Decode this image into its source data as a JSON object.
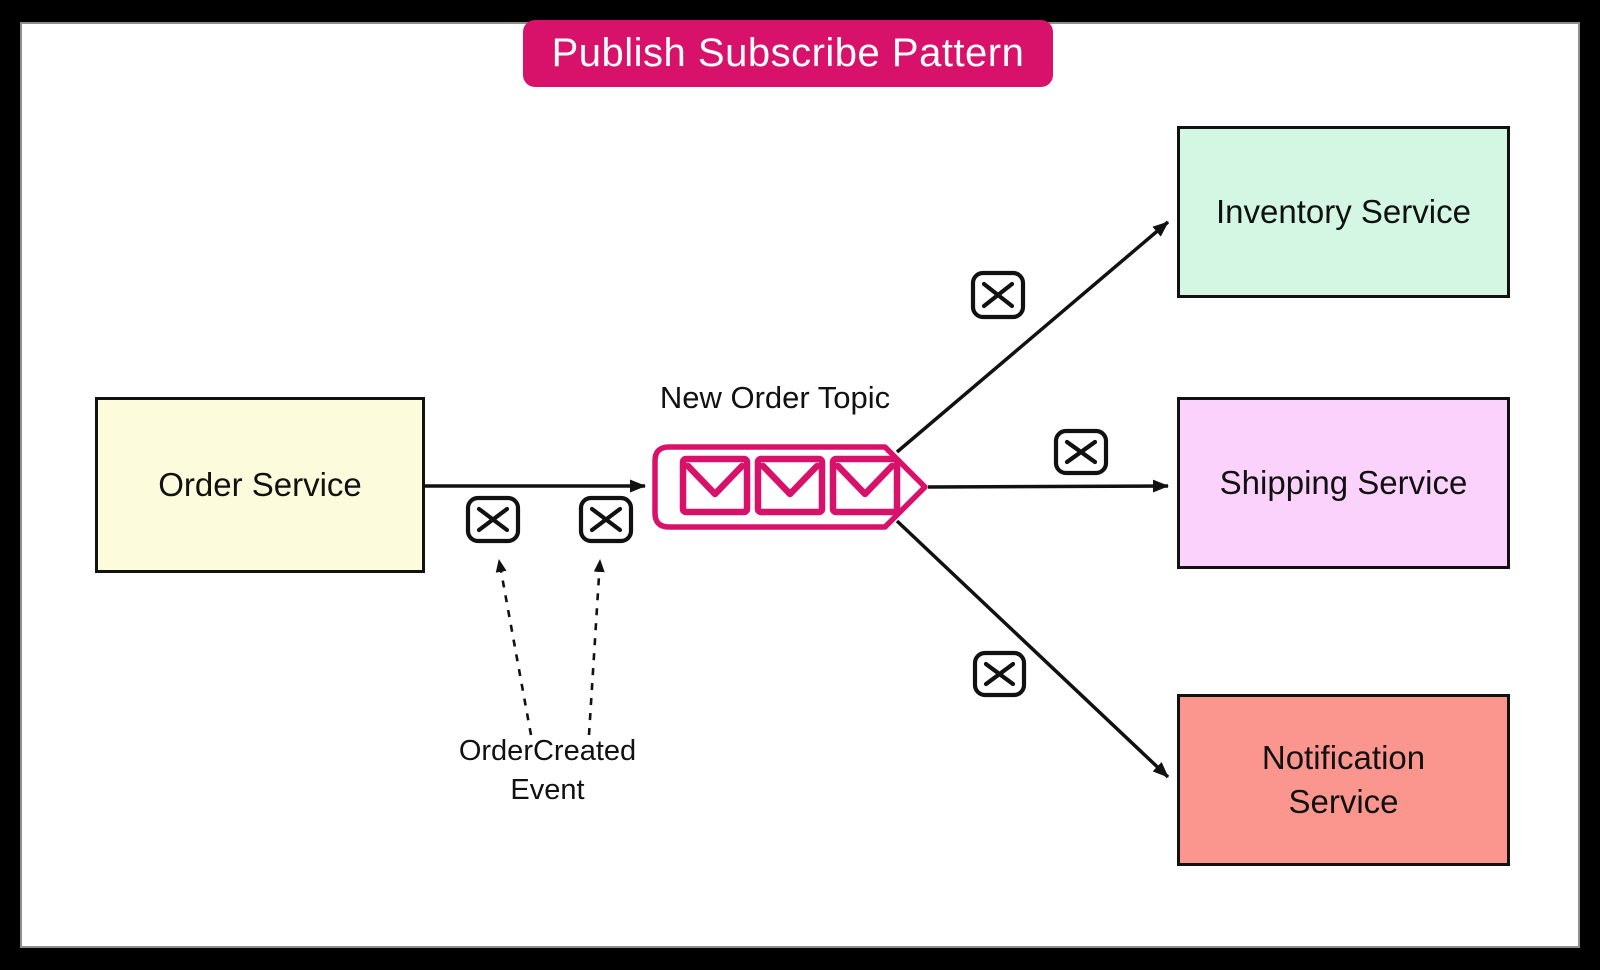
{
  "title": "Publish Subscribe Pattern",
  "publisher": {
    "label": "Order Service"
  },
  "topic": {
    "label": "New Order Topic"
  },
  "event": {
    "label": "OrderCreated\nEvent"
  },
  "subscribers": {
    "inventory": {
      "label": "Inventory Service"
    },
    "shipping": {
      "label": "Shipping Service"
    },
    "notification": {
      "label": "Notification\nService"
    }
  },
  "icons": {
    "message": "envelope-icon",
    "topic_queue": "three-envelope-queue-icon"
  },
  "colors": {
    "accent_pink": "#D8116B",
    "title_text": "#FFFFFF",
    "publisher_fill": "#FCFCDC",
    "inventory_fill": "#D4F7E4",
    "shipping_fill": "#FBD2FB",
    "notification_fill": "#FB968F",
    "line_color": "#111111",
    "canvas_bg": "#FFFFFF",
    "frame_bg": "#000000"
  }
}
